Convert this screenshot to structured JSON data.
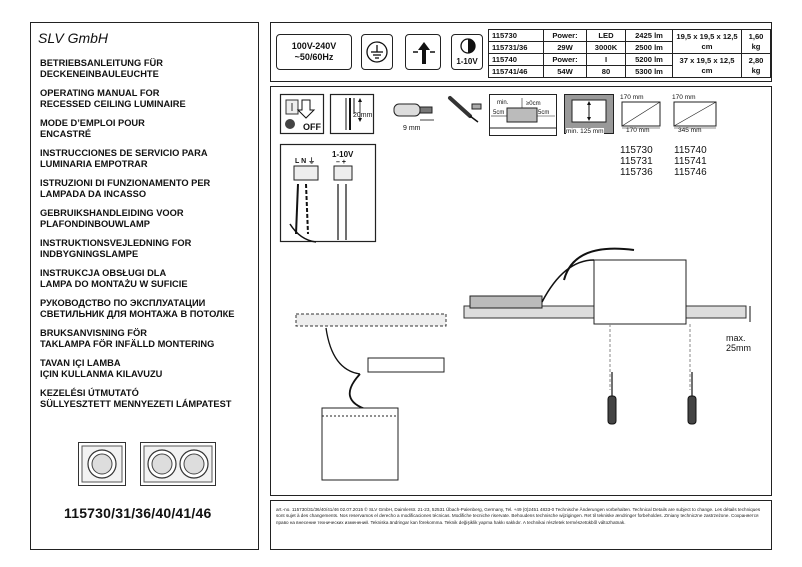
{
  "brand": "SLV GmbH",
  "languages": [
    {
      "l1": "BETRIEBSANLEITUNG FÜR",
      "l2": "DECKENEINBAULEUCHTE"
    },
    {
      "l1": "OPERATING MANUAL FOR",
      "l2": "RECESSED CEILING LUMINAIRE"
    },
    {
      "l1": "MODE D’EMPLOI POUR",
      "l2": "ENCASTRÉ"
    },
    {
      "l1": "INSTRUCCIONES DE SERVICIO PARA",
      "l2": "LUMINARIA EMPOTRAR"
    },
    {
      "l1": "ISTRUZIONI DI FUNZIONAMENTO PER",
      "l2": "LAMPADA DA INCASSO"
    },
    {
      "l1": "GEBRUIKSHANDLEIDING VOOR",
      "l2": "PLAFONDINBOUWLAMP"
    },
    {
      "l1": "INSTRUKTIONSVEJLEDNING FOR",
      "l2": "INDBYGNINGSLAMPE"
    },
    {
      "l1": "INSTRUKCJA OBSŁUGI DLA",
      "l2": "LAMPA DO MONTAŻU W SUFICIE"
    },
    {
      "l1": "РУКОВОДСТВО ПО ЭКСПЛУАТАЦИИ",
      "l2": "СВЕТИЛЬНИК ДЛЯ МОНТАЖА В ПОТОЛКЕ"
    },
    {
      "l1": "BRUKSANVISNING FÖR",
      "l2": "TAKLAMPA FÖR INFÄLLD MONTERING"
    },
    {
      "l1": "TAVAN IÇI LAMBA",
      "l2": "IÇIN KULLANMA KILAVUZU"
    },
    {
      "l1": "KEZELÉSI ÚTMUTATÓ",
      "l2": "SÜLLYESZTETT MENNYEZETI LÁMPATEST"
    }
  ],
  "article_numbers": "115730/31/36/40/41/46",
  "specs": {
    "voltage": "100V-240V",
    "frequency": "~50/60Hz",
    "dim_label": "1-10V",
    "rows": [
      {
        "art": "115730",
        "k1": "Power:",
        "k2": "LED",
        "lm": "2425 lm"
      },
      {
        "art": "115731/36",
        "k1": "29W",
        "k2": "3000K",
        "lm": "2500 lm"
      },
      {
        "art": "115740",
        "k1": "Power:",
        "k2": "I",
        "lm": "5200 lm"
      },
      {
        "art": "115741/46",
        "k1": "54W",
        "k2": "80",
        "lm": "5300 lm"
      }
    ],
    "size_a": "19,5 x 19,5 x 12,5 cm",
    "size_b": "37 x 19,5 x 12,5 cm",
    "weight_a": "1,60 kg",
    "weight_b": "2,80 kg"
  },
  "install": {
    "off": "OFF",
    "strip_20": "20mm",
    "strip_9": "9 mm",
    "min_label": "min.",
    "gt0": "≥0cm",
    "cm5a": "5cm",
    "cm5b": "5cm",
    "min125": "min. 125 mm",
    "cut170a": "170 mm",
    "cut170b": "170 mm",
    "cut170c": "170 mm",
    "cut345": "345 mm",
    "models_a": [
      "115730",
      "115731",
      "115736"
    ],
    "models_b": [
      "115740",
      "115741",
      "115746"
    ],
    "term_ln": "L N ⏚",
    "term_dim": "1-10V",
    "term_pm": "– +",
    "max_label": "max.",
    "max_val": "25mm"
  },
  "footer": "art.-no. 115730/31/36/40/41/46 02.07.2015 © SLV GmbH, Daimlerstr. 21-23, 52531 Übach-Palenberg, Germany, Tel. +49 (0)2451 4833-0 Technische Änderungen vorbehalten. Technical Details are subject to change. Les détails techniques sont sujet à des changements. Nos reservamos el derecho a modificaciones técnicas. Modifiche tecniche riservate. Behoudens technische wijzigingen. Ret til tekniske ændringer forbeholdes. Zmiany techniczne zastrzeżone. Сохраняется право на внесение технических изменений. Tekniska ändringar kan förekomma. Teknik değişiklik yapma hakkı saklıdır. A technikai részletek természetükből változhatnak."
}
